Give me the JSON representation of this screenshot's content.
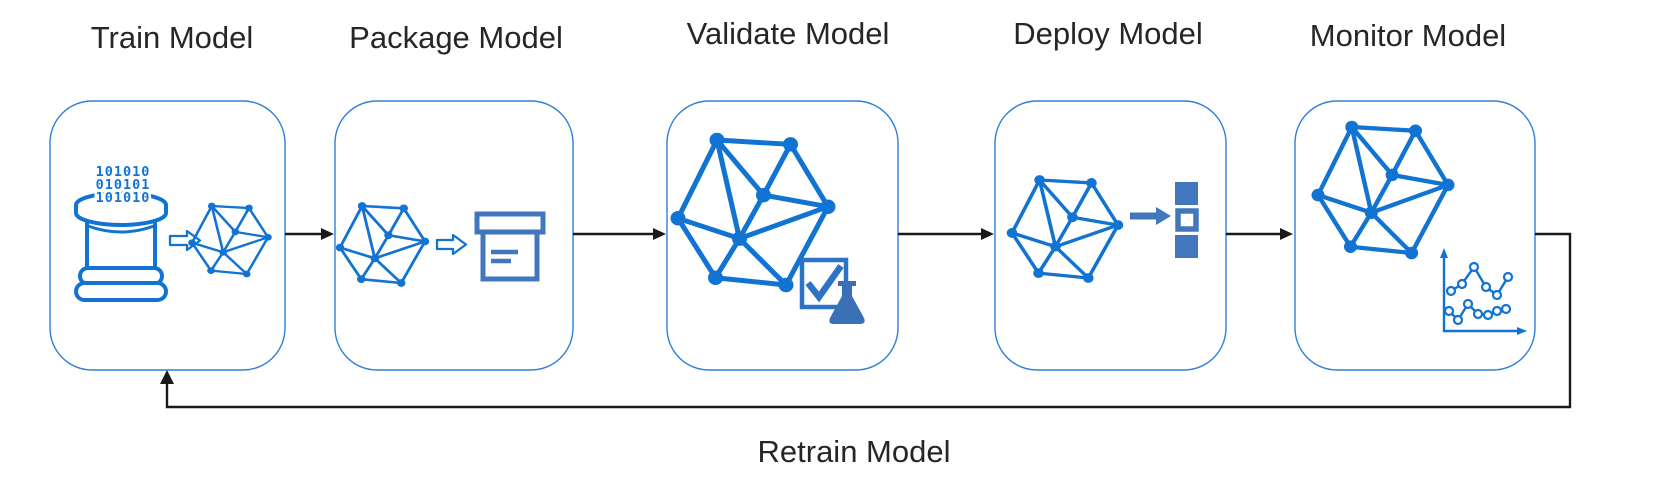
{
  "colors": {
    "icon-blue": "#1173d2",
    "border-blue": "#2f80d9",
    "steel-blue": "#4377bd",
    "check-blue": "#2c73c8",
    "flask-blue": "#3a70b5",
    "connector-black": "#1a1a1a",
    "title-color": "#262626"
  },
  "stages": [
    {
      "title": "Train Model",
      "icons": [
        "binary-data-icon",
        "database-icon",
        "hollow-arrow-icon",
        "network-graph-icon"
      ]
    },
    {
      "title": "Package Model",
      "icons": [
        "network-graph-icon",
        "hollow-arrow-icon",
        "archive-box-icon"
      ]
    },
    {
      "title": "Validate Model",
      "icons": [
        "network-graph-icon",
        "checkbox-check-icon",
        "flask-icon"
      ]
    },
    {
      "title": "Deploy Model",
      "icons": [
        "network-graph-icon",
        "solid-arrow-icon",
        "stacked-squares-icon"
      ]
    },
    {
      "title": "Monitor Model",
      "icons": [
        "network-graph-icon",
        "line-chart-icon"
      ]
    }
  ],
  "binary": {
    "rows": [
      "101010",
      "010101",
      "101010"
    ]
  },
  "loop": {
    "label": "Retrain Model"
  }
}
